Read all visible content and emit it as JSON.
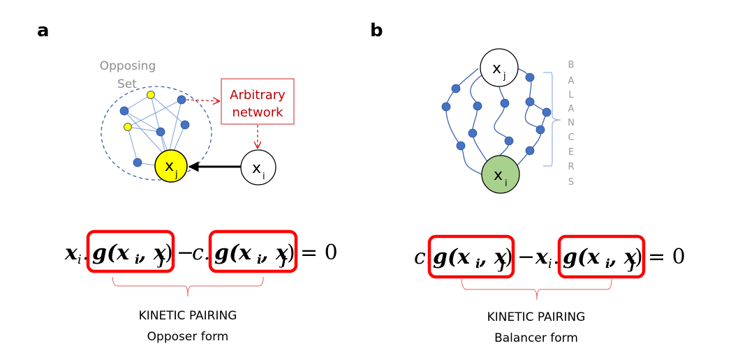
{
  "panels": {
    "a": {
      "label": "a",
      "opposing_set_label": [
        "Opposing",
        "Set"
      ],
      "arbitrary_network_label": [
        "Arbitrary",
        "network"
      ],
      "node_j": {
        "main": "x",
        "sub": "j"
      },
      "node_i": {
        "main": "x",
        "sub": "i"
      },
      "equation": {
        "term1_coef": "x",
        "term1_coef_sub": "i",
        "dot": ".",
        "func": "g(x",
        "sep": ", x",
        "close": ")",
        "arg1_sub": "i",
        "arg2_sub": "j",
        "minus": "−",
        "term2_coef": "c.",
        "equals": "= 0"
      },
      "caption": [
        "KINETIC PAIRING",
        "Opposer form"
      ]
    },
    "b": {
      "label": "b",
      "node_j": {
        "main": "x",
        "sub": "j"
      },
      "node_i": {
        "main": "x",
        "sub": "i"
      },
      "balancers_letters": [
        "B",
        "A",
        "L",
        "A",
        "N",
        "C",
        "E",
        "R",
        "S"
      ],
      "equation": {
        "term1_coef": "c.",
        "func": "g(x",
        "sep": ", x",
        "close": ")",
        "arg1_sub": "i",
        "arg2_sub": "j",
        "minus": "−",
        "term2_coef": "x",
        "term2_coef_sub": "i",
        "dot": ".",
        "equals": "= 0"
      },
      "caption": [
        "KINETIC PAIRING",
        "Balancer form"
      ]
    }
  },
  "colors": {
    "node_blue": "#4472C4",
    "node_yellow": "#FFFF00",
    "node_green": "#A9D18E",
    "highlight_red": "#FF0000",
    "annotation_red": "#C00000",
    "edge_blue": "#7F9FD8",
    "dashed_blue": "#3B5E9E"
  }
}
